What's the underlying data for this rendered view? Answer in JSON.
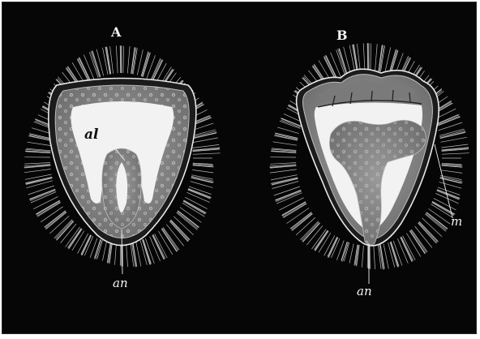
{
  "figure": {
    "panels": [
      {
        "id": "A",
        "letter": "A",
        "labels": {
          "al": "al",
          "an": "an"
        }
      },
      {
        "id": "B",
        "letter": "B",
        "labels": {
          "m": "m",
          "an": "an"
        }
      }
    ],
    "colors": {
      "background": "#060606",
      "cilia": "#d9d9d9",
      "tissue": "#8a8a8a",
      "cavity": "#f2f2f2",
      "nucleus": "#cfcfcf"
    }
  }
}
